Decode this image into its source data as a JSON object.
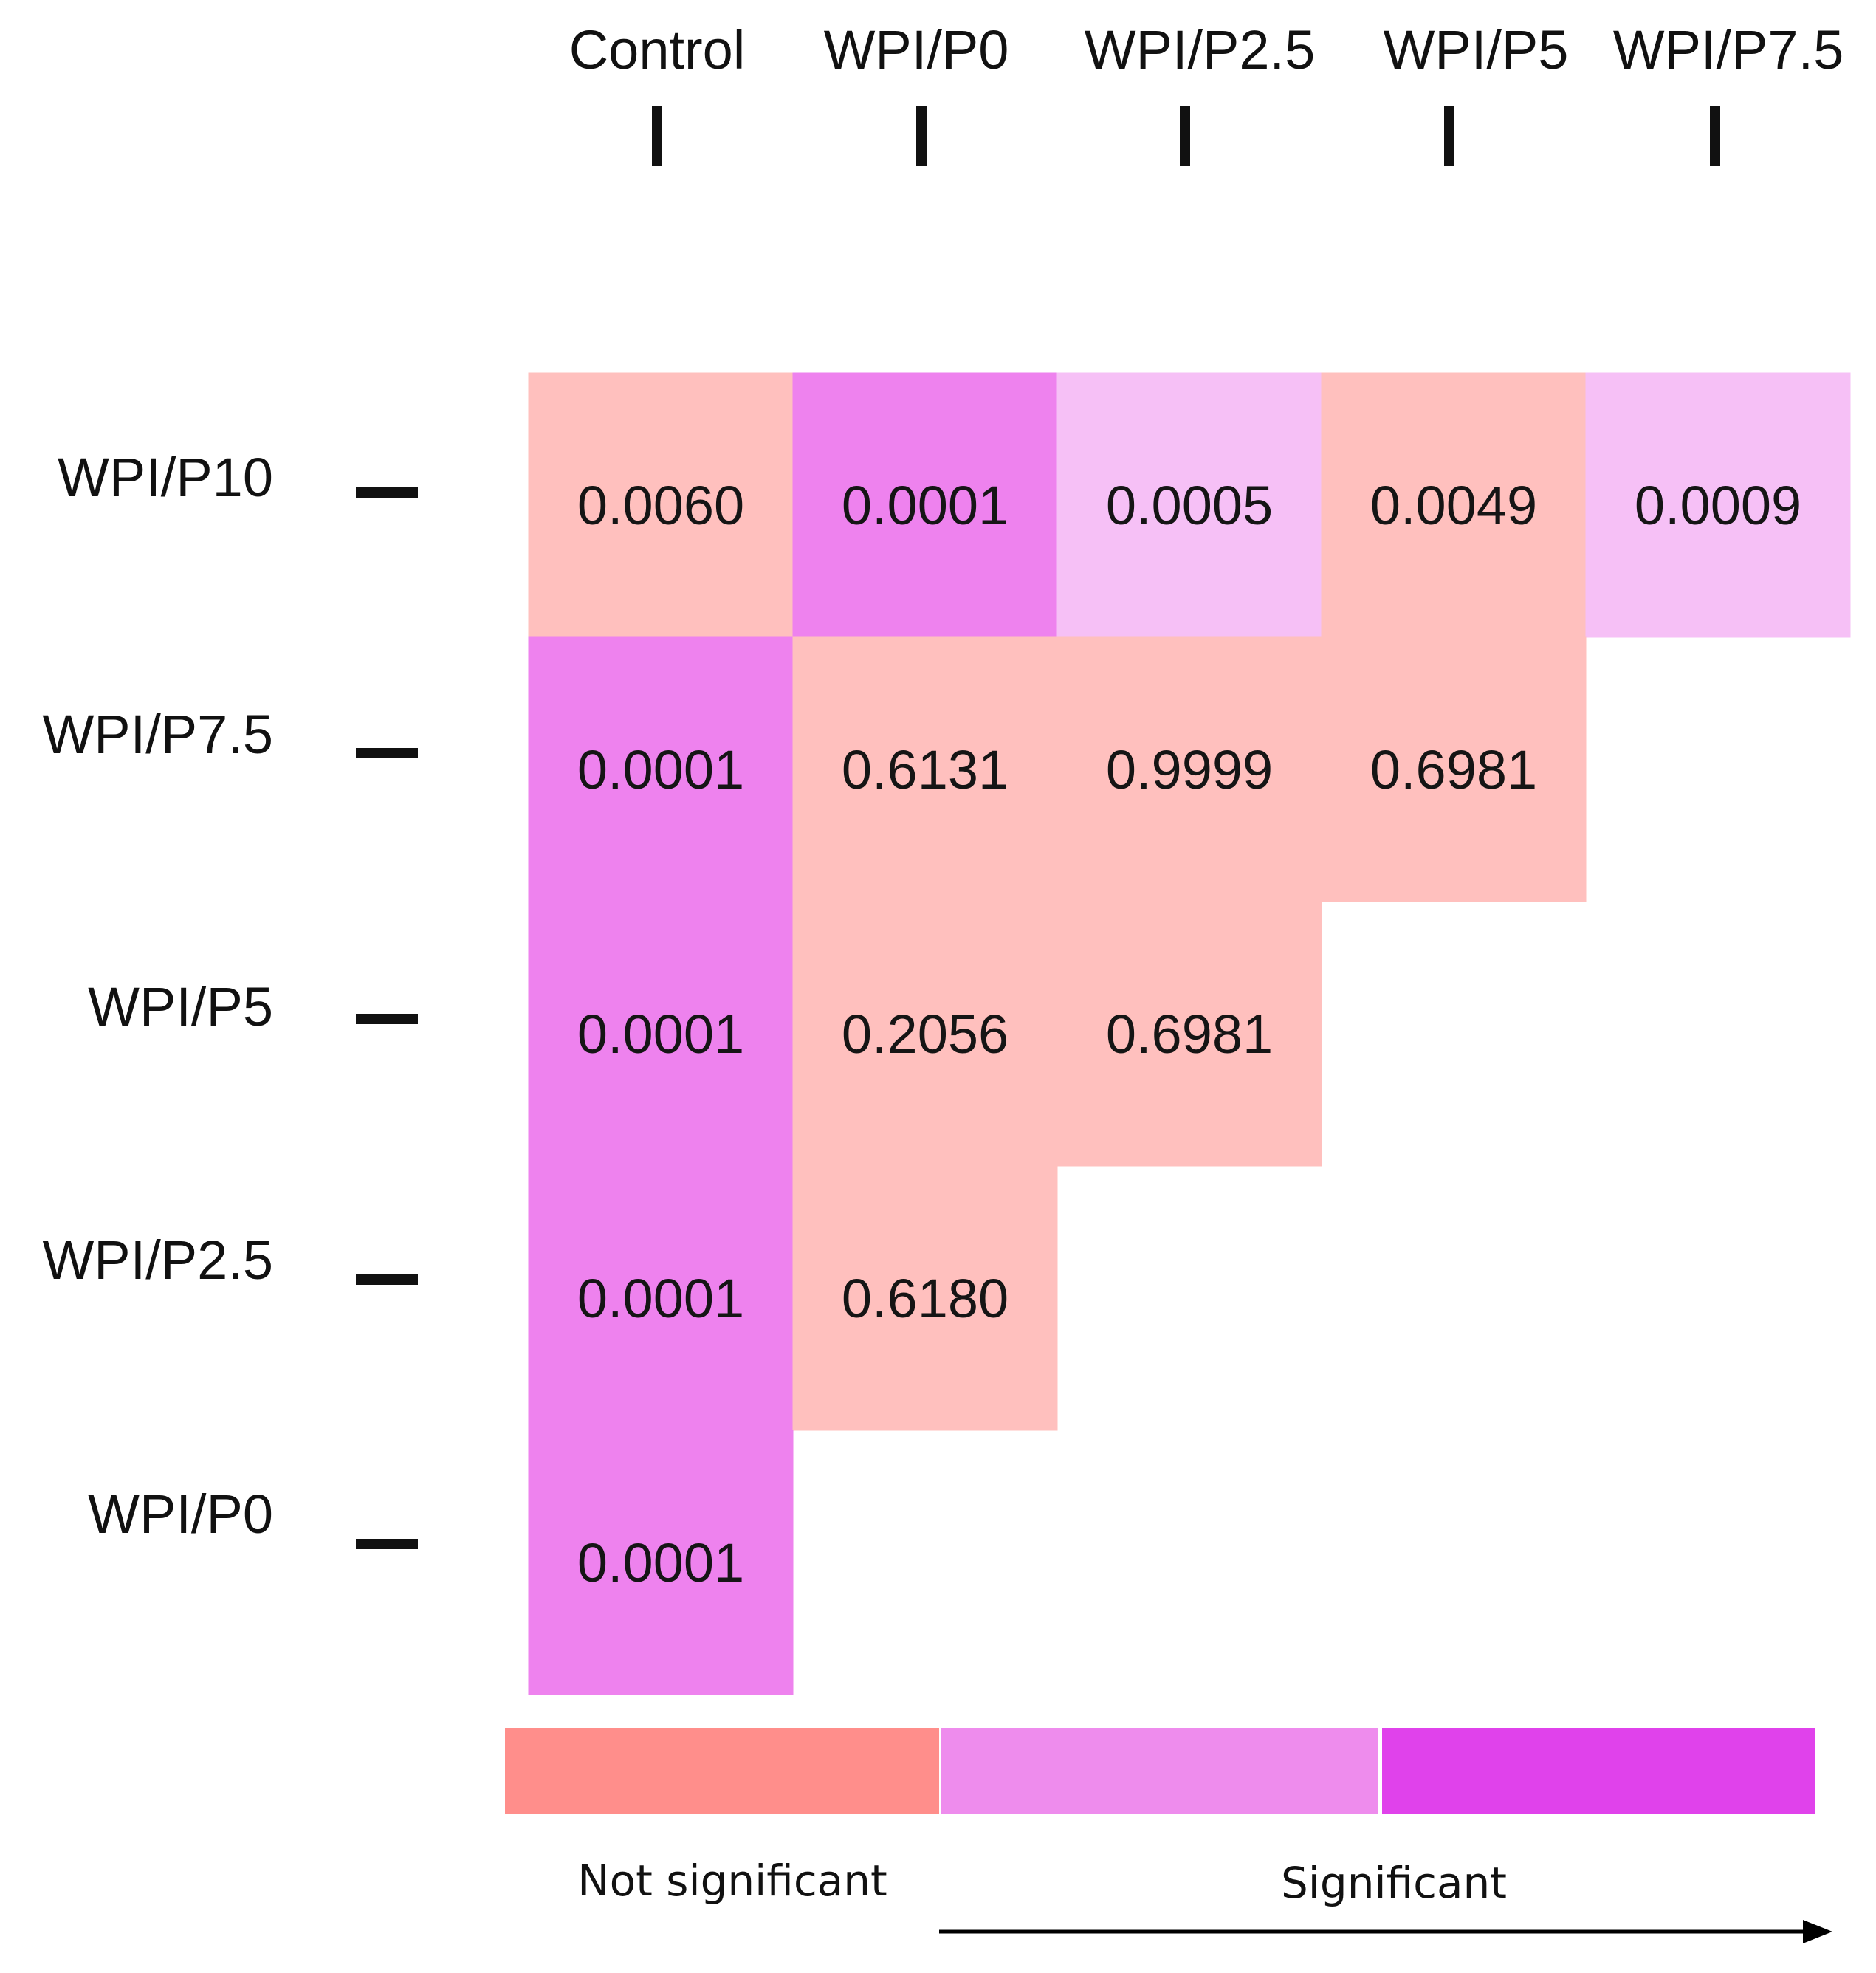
{
  "chart_data": {
    "type": "heatmap",
    "columns": [
      "Control",
      "WPI/P0",
      "WPI/P2.5",
      "WPI/P5",
      "WPI/P7.5"
    ],
    "rows": [
      "WPI/P10",
      "WPI/P7.5",
      "WPI/P5",
      "WPI/P2.5",
      "WPI/P0"
    ],
    "cells": [
      {
        "row": 0,
        "col": 0,
        "label": "0.0060",
        "value": 0.006,
        "level": "not-significant"
      },
      {
        "row": 0,
        "col": 1,
        "label": "0.0001",
        "value": 0.0001,
        "level": "highly-significant"
      },
      {
        "row": 0,
        "col": 2,
        "label": "0.0005",
        "value": 0.0005,
        "level": "significant"
      },
      {
        "row": 0,
        "col": 3,
        "label": "0.0049",
        "value": 0.0049,
        "level": "not-significant"
      },
      {
        "row": 0,
        "col": 4,
        "label": "0.0009",
        "value": 0.0009,
        "level": "significant"
      },
      {
        "row": 1,
        "col": 0,
        "label": "0.0001",
        "value": 0.0001,
        "level": "highly-significant"
      },
      {
        "row": 1,
        "col": 1,
        "label": "0.6131",
        "value": 0.6131,
        "level": "not-significant"
      },
      {
        "row": 1,
        "col": 2,
        "label": "0.9999",
        "value": 0.9999,
        "level": "not-significant"
      },
      {
        "row": 1,
        "col": 3,
        "label": "0.6981",
        "value": 0.6981,
        "level": "not-significant"
      },
      {
        "row": 2,
        "col": 0,
        "label": "0.0001",
        "value": 0.0001,
        "level": "highly-significant"
      },
      {
        "row": 2,
        "col": 1,
        "label": "0.2056",
        "value": 0.2056,
        "level": "not-significant"
      },
      {
        "row": 2,
        "col": 2,
        "label": "0.6981",
        "value": 0.6981,
        "level": "not-significant"
      },
      {
        "row": 3,
        "col": 0,
        "label": "0.0001",
        "value": 0.0001,
        "level": "highly-significant"
      },
      {
        "row": 3,
        "col": 1,
        "label": "0.6180",
        "value": 0.618,
        "level": "not-significant"
      },
      {
        "row": 4,
        "col": 0,
        "label": "0.0001",
        "value": 0.0001,
        "level": "highly-significant"
      }
    ],
    "cell_colors": {
      "not-significant": "#ffc0be",
      "significant": "#f6c0f6",
      "highly-significant": "#ee82ee"
    },
    "legend": {
      "swatches": [
        "#ff8e8b",
        "#ee8ced",
        "#e042eb"
      ],
      "not_significant_label": "Not significant",
      "significant_label": "Significant",
      "arrow_color": "#000000"
    }
  }
}
